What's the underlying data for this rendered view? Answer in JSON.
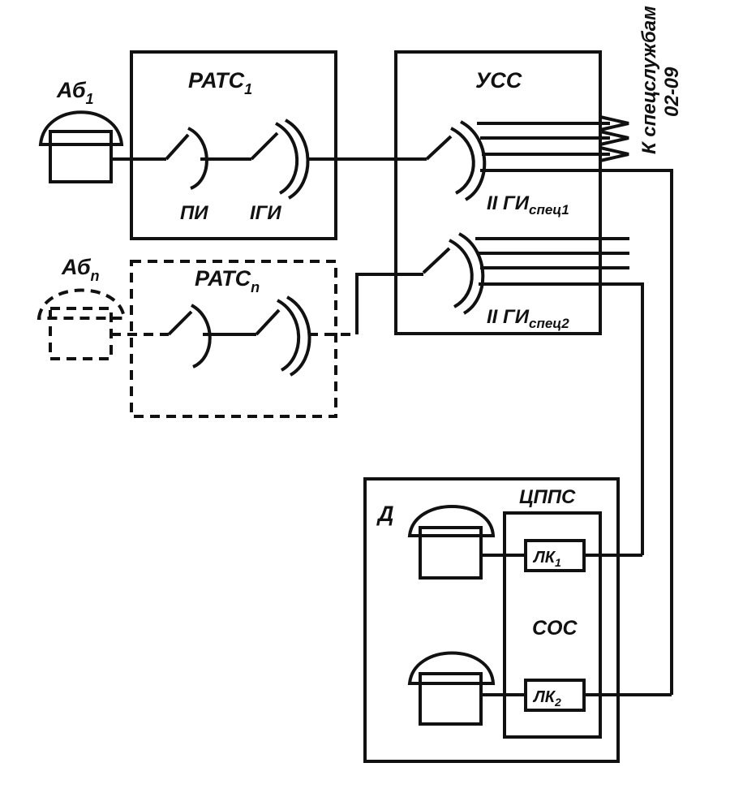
{
  "colors": {
    "ink": "#111111",
    "paper": "#ffffff"
  },
  "labels": {
    "ab1": {
      "main": "Аб",
      "sub": "1"
    },
    "abn": {
      "main": "Аб",
      "sub": "n"
    },
    "rats1": {
      "main": "РАТС",
      "sub": "1"
    },
    "ratsn": {
      "main": "РАТС",
      "sub": "n"
    },
    "pi": "ПИ",
    "igi": "IГИ",
    "uss": "УСС",
    "iigi1": {
      "main": "II ГИ",
      "sub": "спец1"
    },
    "iigi2": {
      "main": "II ГИ",
      "sub": "спец2"
    },
    "to_services_line1": "К спецслужбам",
    "to_services_line2": "02-09",
    "d": "Д",
    "tspps": "ЦППС",
    "lk1": {
      "main": "ЛК",
      "sub": "1"
    },
    "lk2": {
      "main": "ЛК",
      "sub": "2"
    },
    "sos": "СОС"
  }
}
